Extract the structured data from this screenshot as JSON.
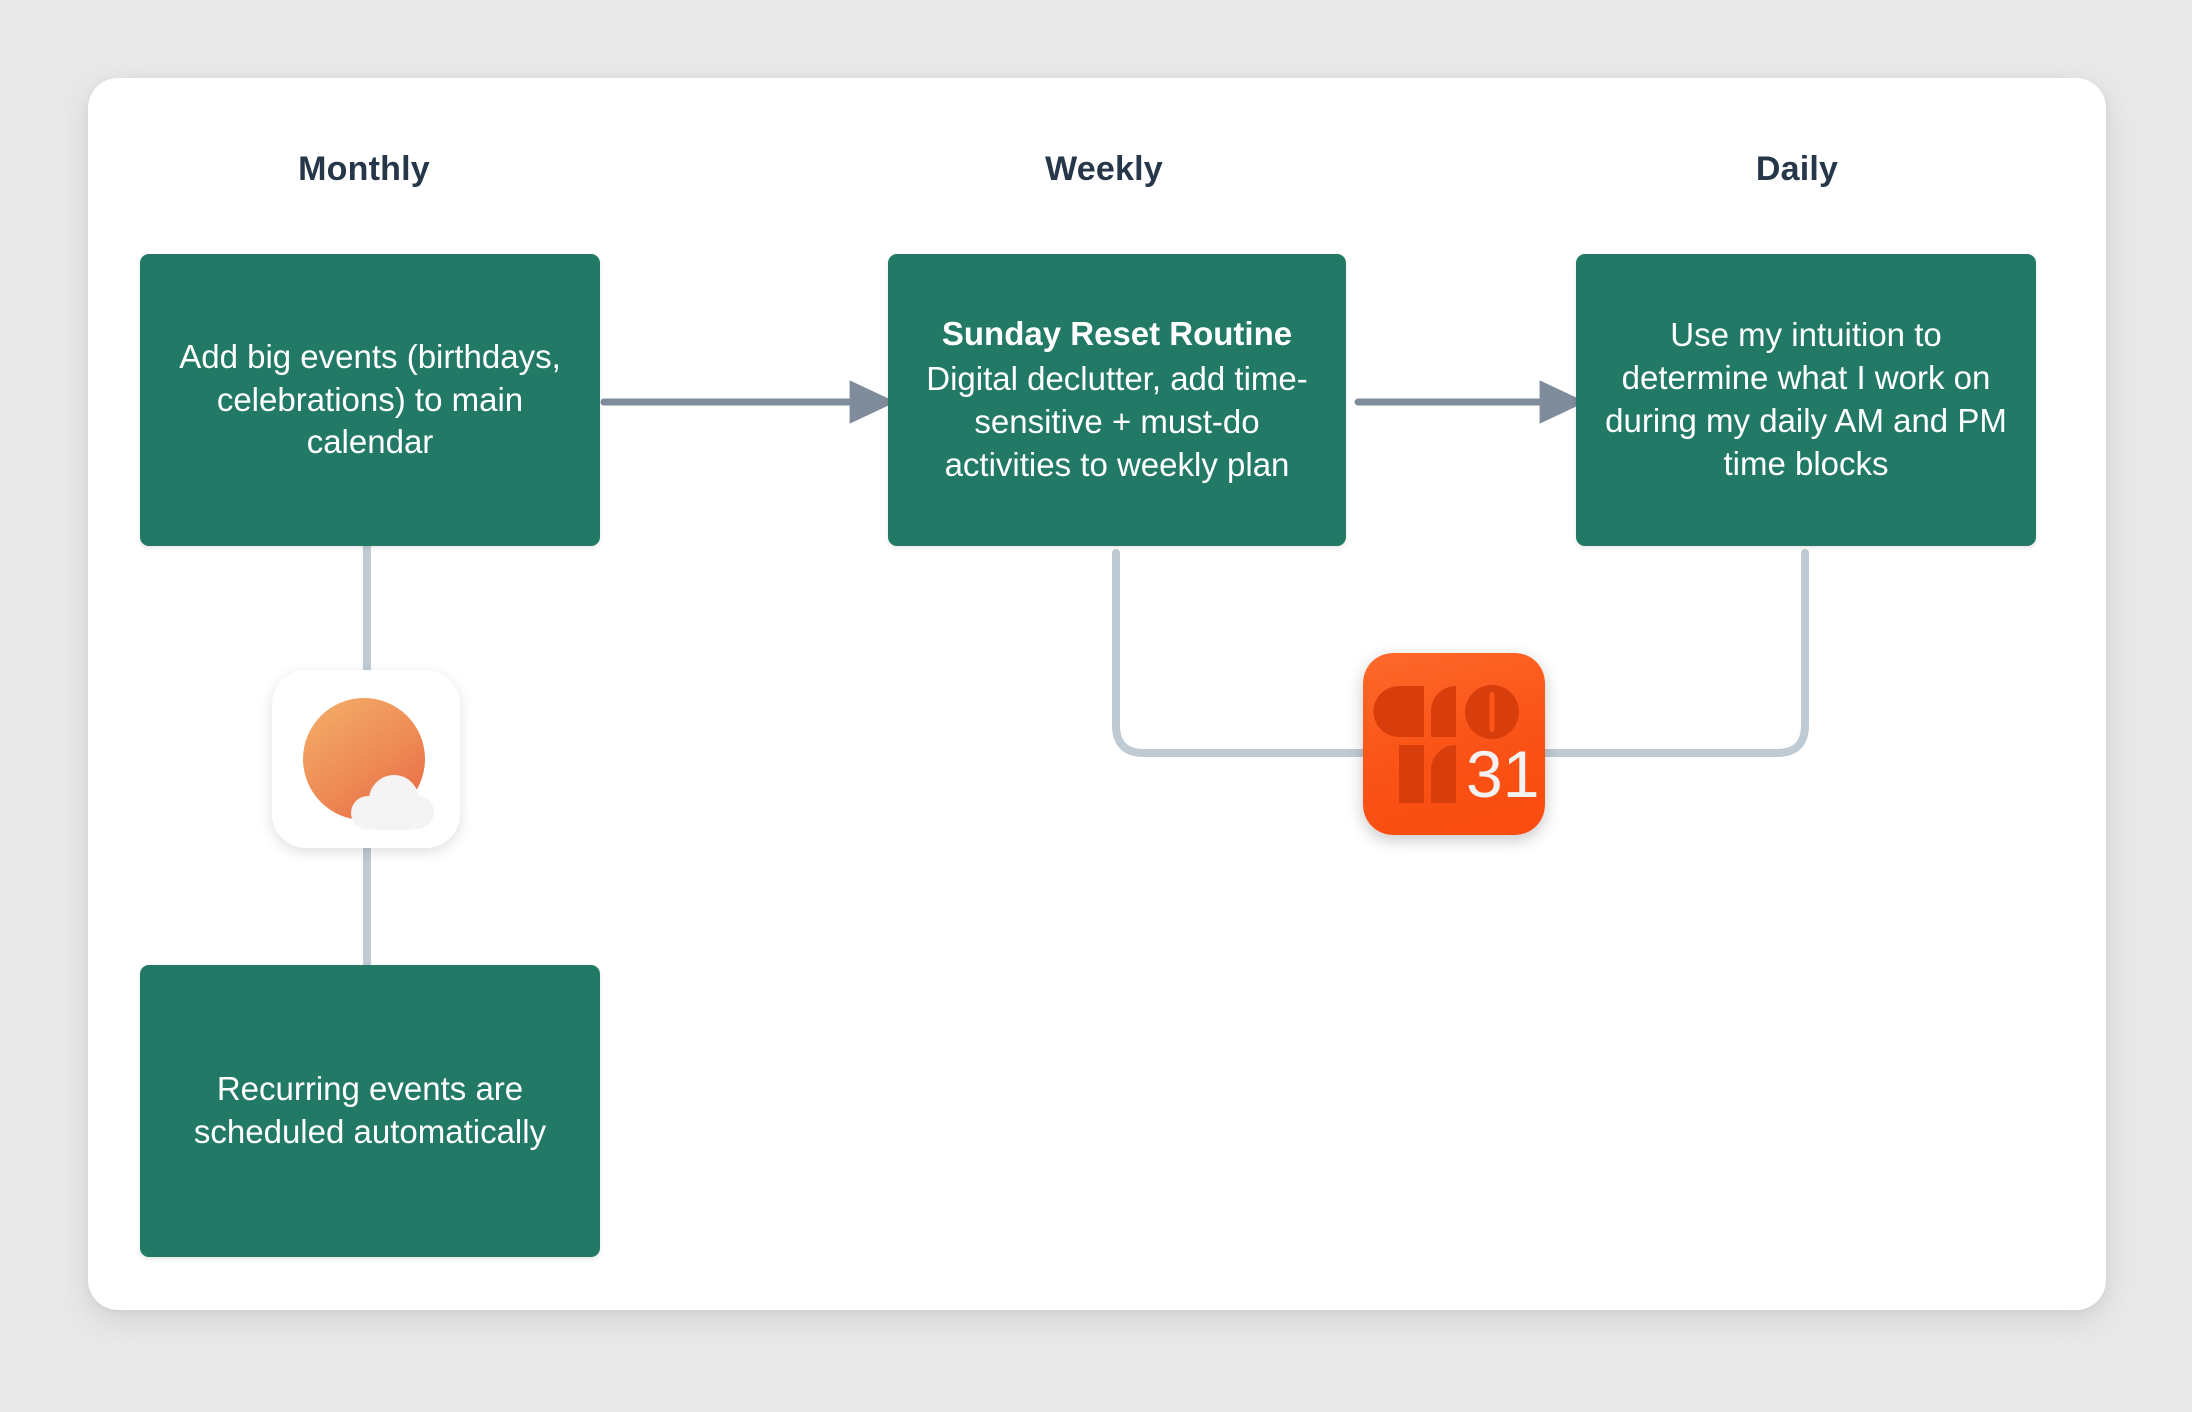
{
  "canvas": {
    "background_color": "#e9e9e9",
    "card_color": "#ffffff"
  },
  "palette": {
    "box_green": "#227a66",
    "header_text": "#26374a",
    "arrow_gray": "#7f8c9b",
    "wire_gray": "#bfcbd4",
    "fantastical_orange": "#fb5a1f",
    "fantastical_dark": "#d93c0c",
    "sunrise_orange_light": "#f2a45f",
    "sunrise_orange_dark": "#ea6a42"
  },
  "columns": [
    {
      "label": "Monthly"
    },
    {
      "label": "Weekly"
    },
    {
      "label": "Daily"
    }
  ],
  "boxes": [
    {
      "id": "monthly-main",
      "title": "",
      "body": "Add big events (birthdays, celebrations) to main calendar"
    },
    {
      "id": "weekly-main",
      "title": "Sunday Reset Routine",
      "body": "Digital declutter, add time-sensitive + must-do activities to weekly plan"
    },
    {
      "id": "daily-main",
      "title": "",
      "body": "Use my intuition to determine what I work on during my daily AM and PM time blocks"
    },
    {
      "id": "monthly-recurring",
      "title": "",
      "body": "Recurring events are scheduled automatically"
    }
  ],
  "icons": [
    {
      "id": "sunrise-calendar",
      "name": "sunrise-calendar-app-icon",
      "glyph": "sun-and-cloud"
    },
    {
      "id": "fantastical",
      "name": "fantastical-app-icon",
      "glyph": "calendar-31",
      "day_number": "31"
    }
  ],
  "connectors": [
    {
      "id": "monthly-to-weekly",
      "kind": "arrow"
    },
    {
      "id": "weekly-to-daily",
      "kind": "arrow"
    },
    {
      "id": "monthly-to-sunrise",
      "kind": "line"
    },
    {
      "id": "sunrise-to-recurring",
      "kind": "line"
    },
    {
      "id": "weekly-to-fantastical",
      "kind": "elbow"
    },
    {
      "id": "daily-to-fantastical",
      "kind": "elbow"
    }
  ]
}
